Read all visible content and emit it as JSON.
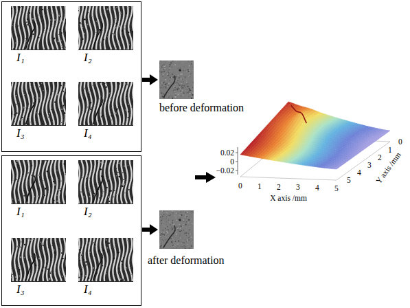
{
  "diagram": {
    "nodes": [
      {
        "text": []
      },
      {
        "text": [
          "I₁"
        ],
        "in": 0
      },
      {
        "text": [
          "I₂"
        ],
        "in": 0
      },
      {
        "text": [
          "I₃"
        ],
        "in": 0
      },
      {
        "text": [
          "I₄"
        ],
        "in": 0
      },
      {
        "text": [
          "before deformation"
        ]
      },
      {
        "text": []
      },
      {
        "text": [
          "I₁"
        ],
        "in": 6
      },
      {
        "text": [
          "I₂"
        ],
        "in": 6
      },
      {
        "text": [
          "I₃"
        ],
        "in": 6
      },
      {
        "text": [
          "I₄"
        ],
        "in": 6
      },
      {
        "text": [
          "after deformation"
        ]
      }
    ],
    "edges": [
      {
        "from": 0,
        "to": 5,
        "arrow": "to"
      },
      {
        "from": 6,
        "to": 11,
        "arrow": "to"
      }
    ],
    "labels": [
      "0.02",
      "0",
      "−0.02",
      "0",
      "1",
      "2",
      "3",
      "4",
      "5",
      "X axis /mm",
      "0",
      "1",
      "2",
      "3",
      "4",
      "5",
      "Y axis /mm"
    ]
  }
}
